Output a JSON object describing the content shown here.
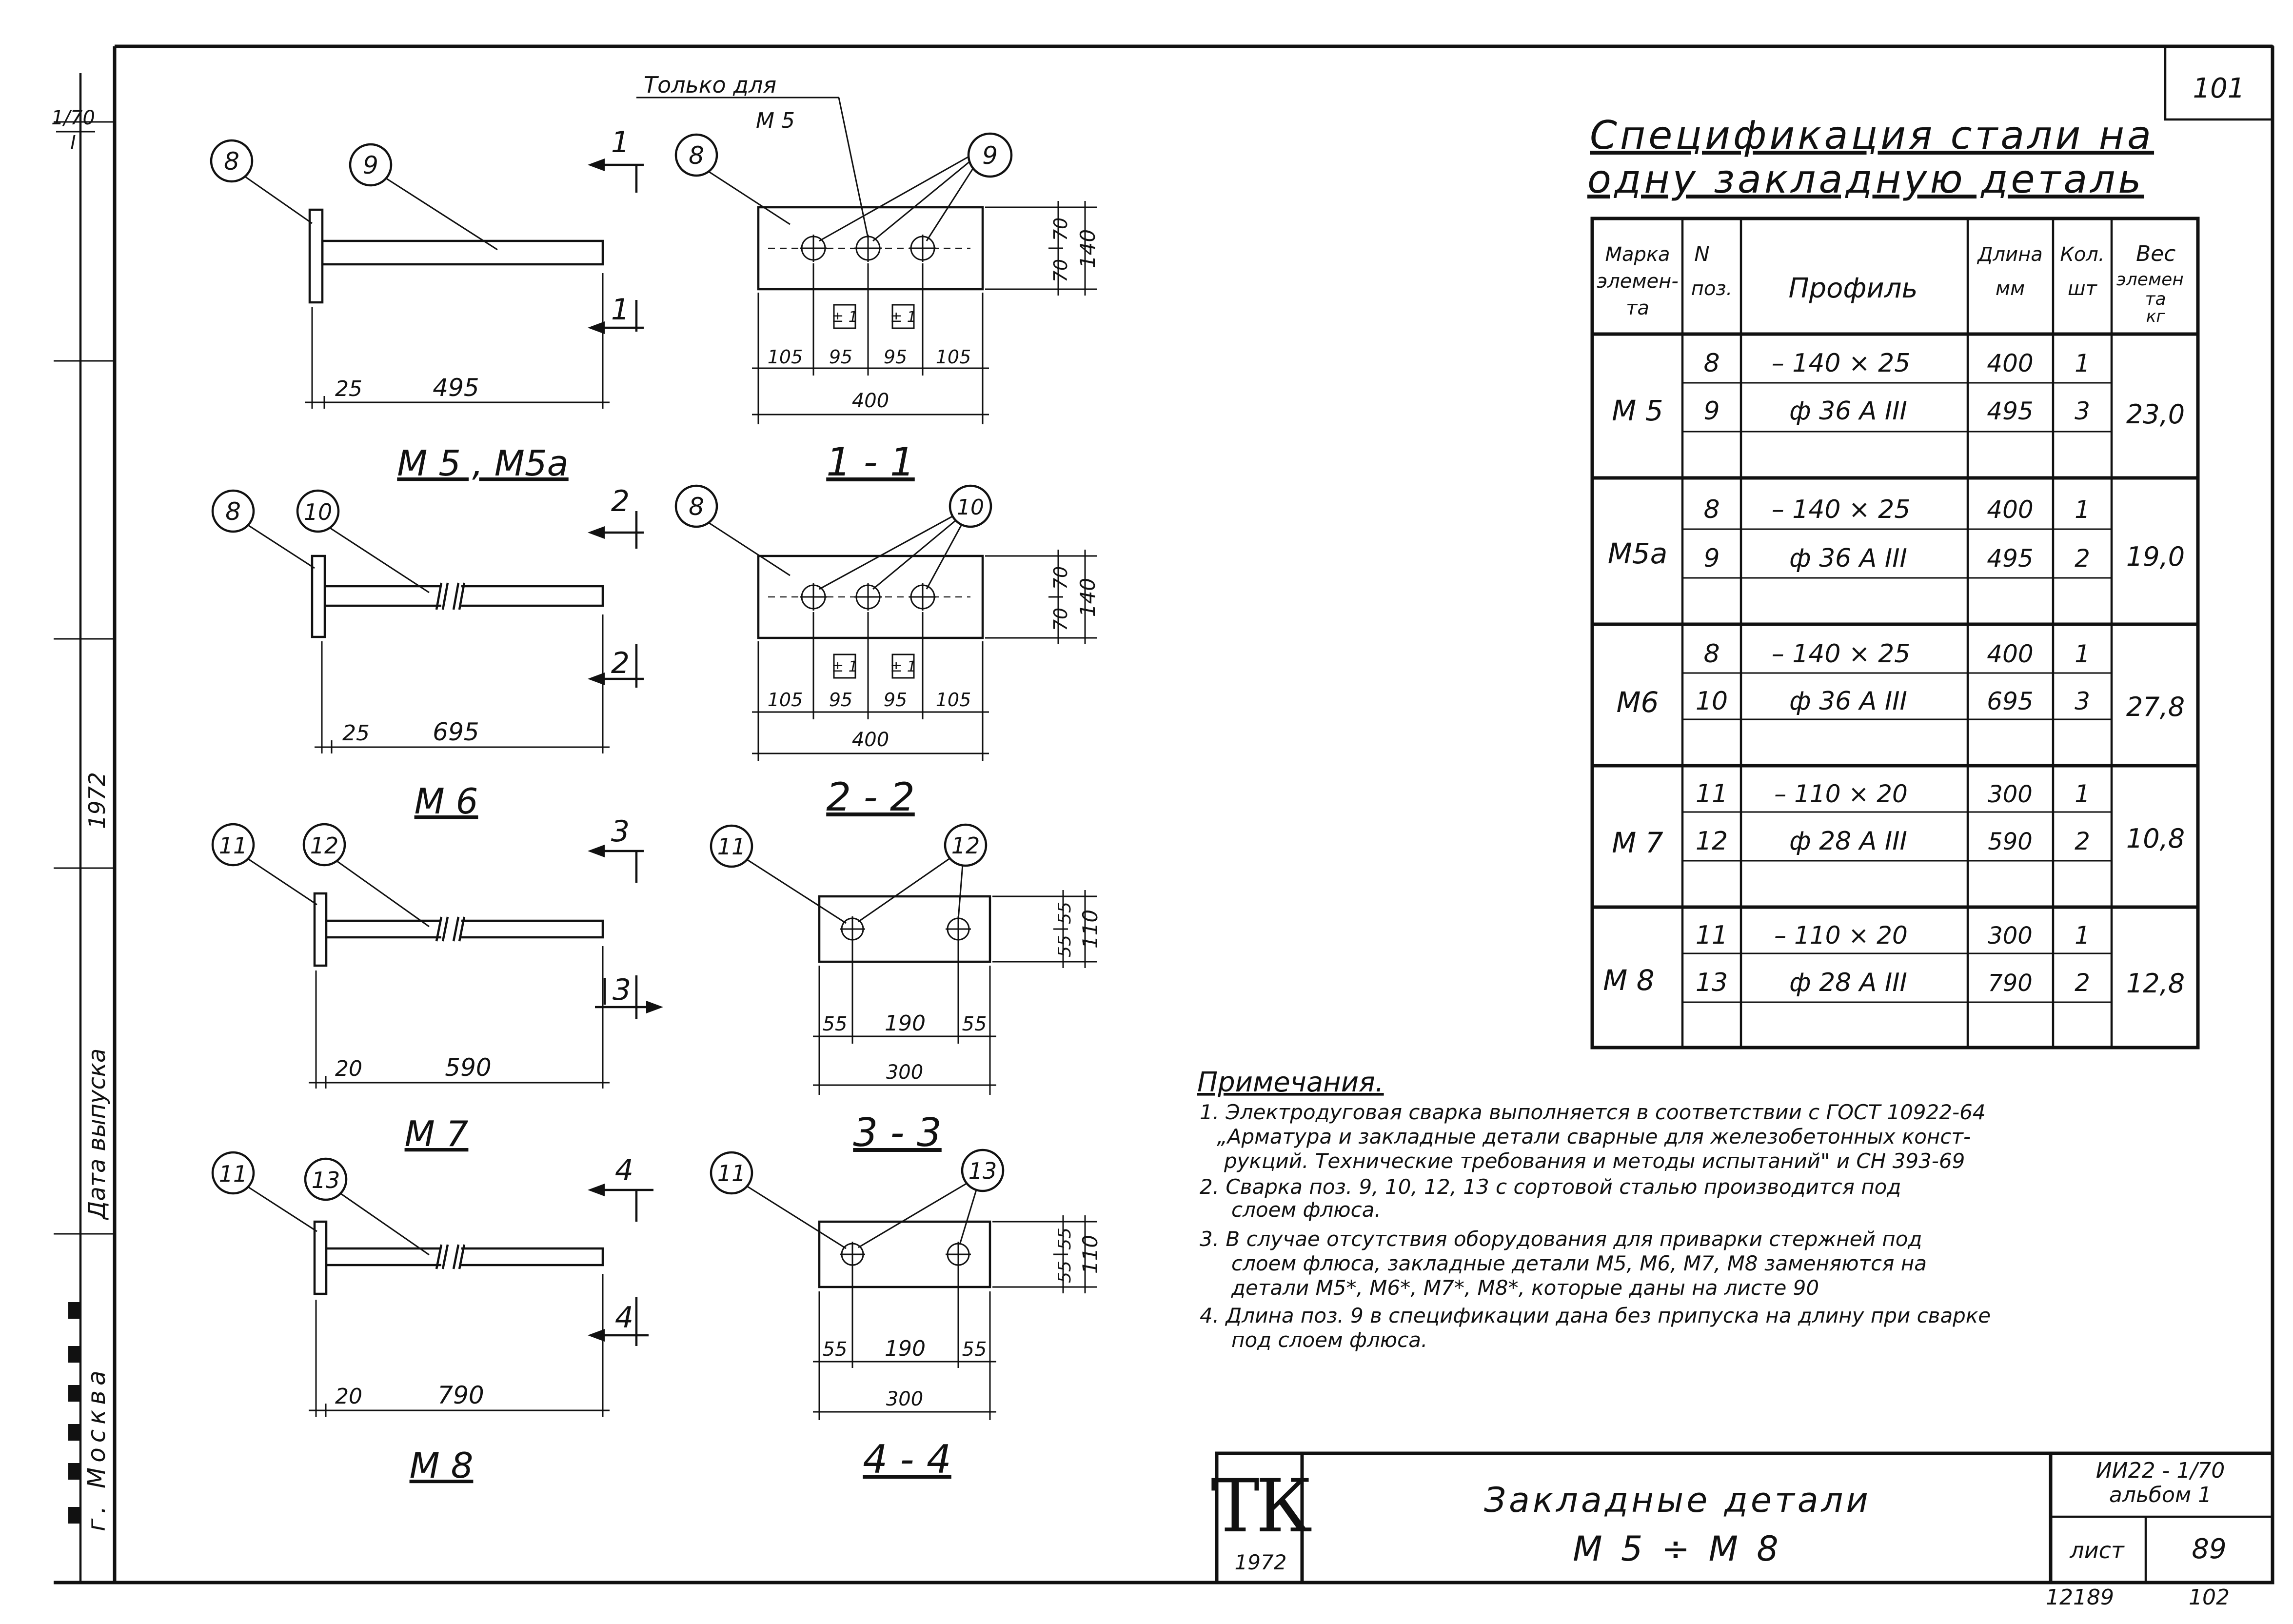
{
  "sheet": {
    "top_right_number": "101",
    "bottom_numbers": [
      "12189",
      "102"
    ]
  },
  "left_margin": {
    "series_code": "1/70",
    "series_sub": "I",
    "year": "1972",
    "release_date_label": "Дата выпуска",
    "city": "г. Москва"
  },
  "spec": {
    "title_line1": "Спецификация стали на",
    "title_line2": "одну закладную деталь",
    "headers": {
      "mark": [
        "Марка",
        "элемен-",
        "та"
      ],
      "pos": [
        "N",
        "поз."
      ],
      "profile": "Профиль",
      "length": [
        "Длина",
        "мм"
      ],
      "qty": [
        "Кол.",
        "шт"
      ],
      "weight": [
        "Вес",
        "элемен",
        "та",
        "кг"
      ]
    },
    "groups": [
      {
        "mark": "М 5",
        "weight": "23,0",
        "rows": [
          {
            "pos": "8",
            "profile": "– 140 × 25",
            "length": "400",
            "qty": "1"
          },
          {
            "pos": "9",
            "profile": "ф 36 А ІІІ",
            "length": "495",
            "qty": "3"
          }
        ]
      },
      {
        "mark": "М5а",
        "weight": "19,0",
        "rows": [
          {
            "pos": "8",
            "profile": "– 140 × 25",
            "length": "400",
            "qty": "1"
          },
          {
            "pos": "9",
            "profile": "ф 36 А ІІІ",
            "length": "495",
            "qty": "2"
          }
        ]
      },
      {
        "mark": "М6",
        "weight": "27,8",
        "rows": [
          {
            "pos": "8",
            "profile": "– 140 × 25",
            "length": "400",
            "qty": "1"
          },
          {
            "pos": "10",
            "profile": "ф 36 А ІІІ",
            "length": "695",
            "qty": "3"
          }
        ]
      },
      {
        "mark": "М 7",
        "weight": "10,8",
        "rows": [
          {
            "pos": "11",
            "profile": "– 110 × 20",
            "length": "300",
            "qty": "1"
          },
          {
            "pos": "12",
            "profile": "ф 28 А ІІІ",
            "length": "590",
            "qty": "2"
          }
        ]
      },
      {
        "mark": "М 8",
        "weight": "12,8",
        "rows": [
          {
            "pos": "11",
            "profile": "– 110 × 20",
            "length": "300",
            "qty": "1"
          },
          {
            "pos": "13",
            "profile": "ф 28 А ІІІ",
            "length": "790",
            "qty": "2"
          }
        ]
      }
    ]
  },
  "notes": {
    "title": "Примечания.",
    "lines": [
      "1. Электродуговая сварка выполняется в соответствии с ГОСТ 10922-64",
      "„Арматура и закладные детали сварные для железобетонных конст-",
      "рукций. Технические требования и методы испытаний\" и СН 393-69",
      "2. Сварка поз. 9, 10, 12, 13 с сортовой сталью производится под",
      "слоем флюса.",
      "3. В случае отсутствия оборудования для приварки стержней под",
      "слоем флюса, закладные детали М5, М6, М7, М8 заменяются на",
      "детали М5*, М6*, М7*, М8*, которые даны на листе 90",
      "4. Длина поз. 9 в спецификации дана без припуска на длину при сварке",
      "под слоем флюса."
    ]
  },
  "title_block": {
    "logo": "ТК",
    "logo_year": "1972",
    "title_line1": "Закладные детали",
    "title_line2": "М 5 ÷ М 8",
    "series": "ИИ22 - 1/70",
    "album": "альбом 1",
    "sheet_label": "лист",
    "sheet_number": "89"
  },
  "details": {
    "m5": {
      "caption": "М 5 , М5а",
      "section_caption": "1 - 1",
      "section_mark": "1",
      "only_for_line1": "Только для",
      "only_for_line2": "М 5",
      "plate_pos": "8",
      "bar_pos": "9",
      "side_dims": [
        "25",
        "495"
      ],
      "plan_dims": [
        "105",
        "95",
        "95",
        "105"
      ],
      "plan_total": "400",
      "height_dims": [
        "70",
        "70"
      ],
      "height_total": "140"
    },
    "m6": {
      "caption": "М 6",
      "section_caption": "2 - 2",
      "section_mark": "2",
      "plate_pos": "8",
      "bar_pos": "10",
      "side_dims": [
        "25",
        "695"
      ],
      "plan_dims": [
        "105",
        "95",
        "95",
        "105"
      ],
      "plan_total": "400",
      "height_dims": [
        "70",
        "70"
      ],
      "height_total": "140"
    },
    "m7": {
      "caption": "М 7",
      "section_caption": "3 - 3",
      "section_mark": "3",
      "plate_pos": "11",
      "bar_pos": "12",
      "side_dims": [
        "20",
        "590"
      ],
      "plan_dims": [
        "55",
        "190",
        "55"
      ],
      "plan_total": "300",
      "height_dims": [
        "55",
        "55"
      ],
      "height_total": "110"
    },
    "m8": {
      "caption": "М 8",
      "section_caption": "4 - 4",
      "section_mark": "4",
      "plate_pos": "11",
      "bar_pos": "13",
      "side_dims": [
        "20",
        "790"
      ],
      "plan_dims": [
        "55",
        "190",
        "55"
      ],
      "plan_total": "300",
      "height_dims": [
        "55",
        "55"
      ],
      "height_total": "110"
    },
    "weld_tag": "± 1"
  }
}
